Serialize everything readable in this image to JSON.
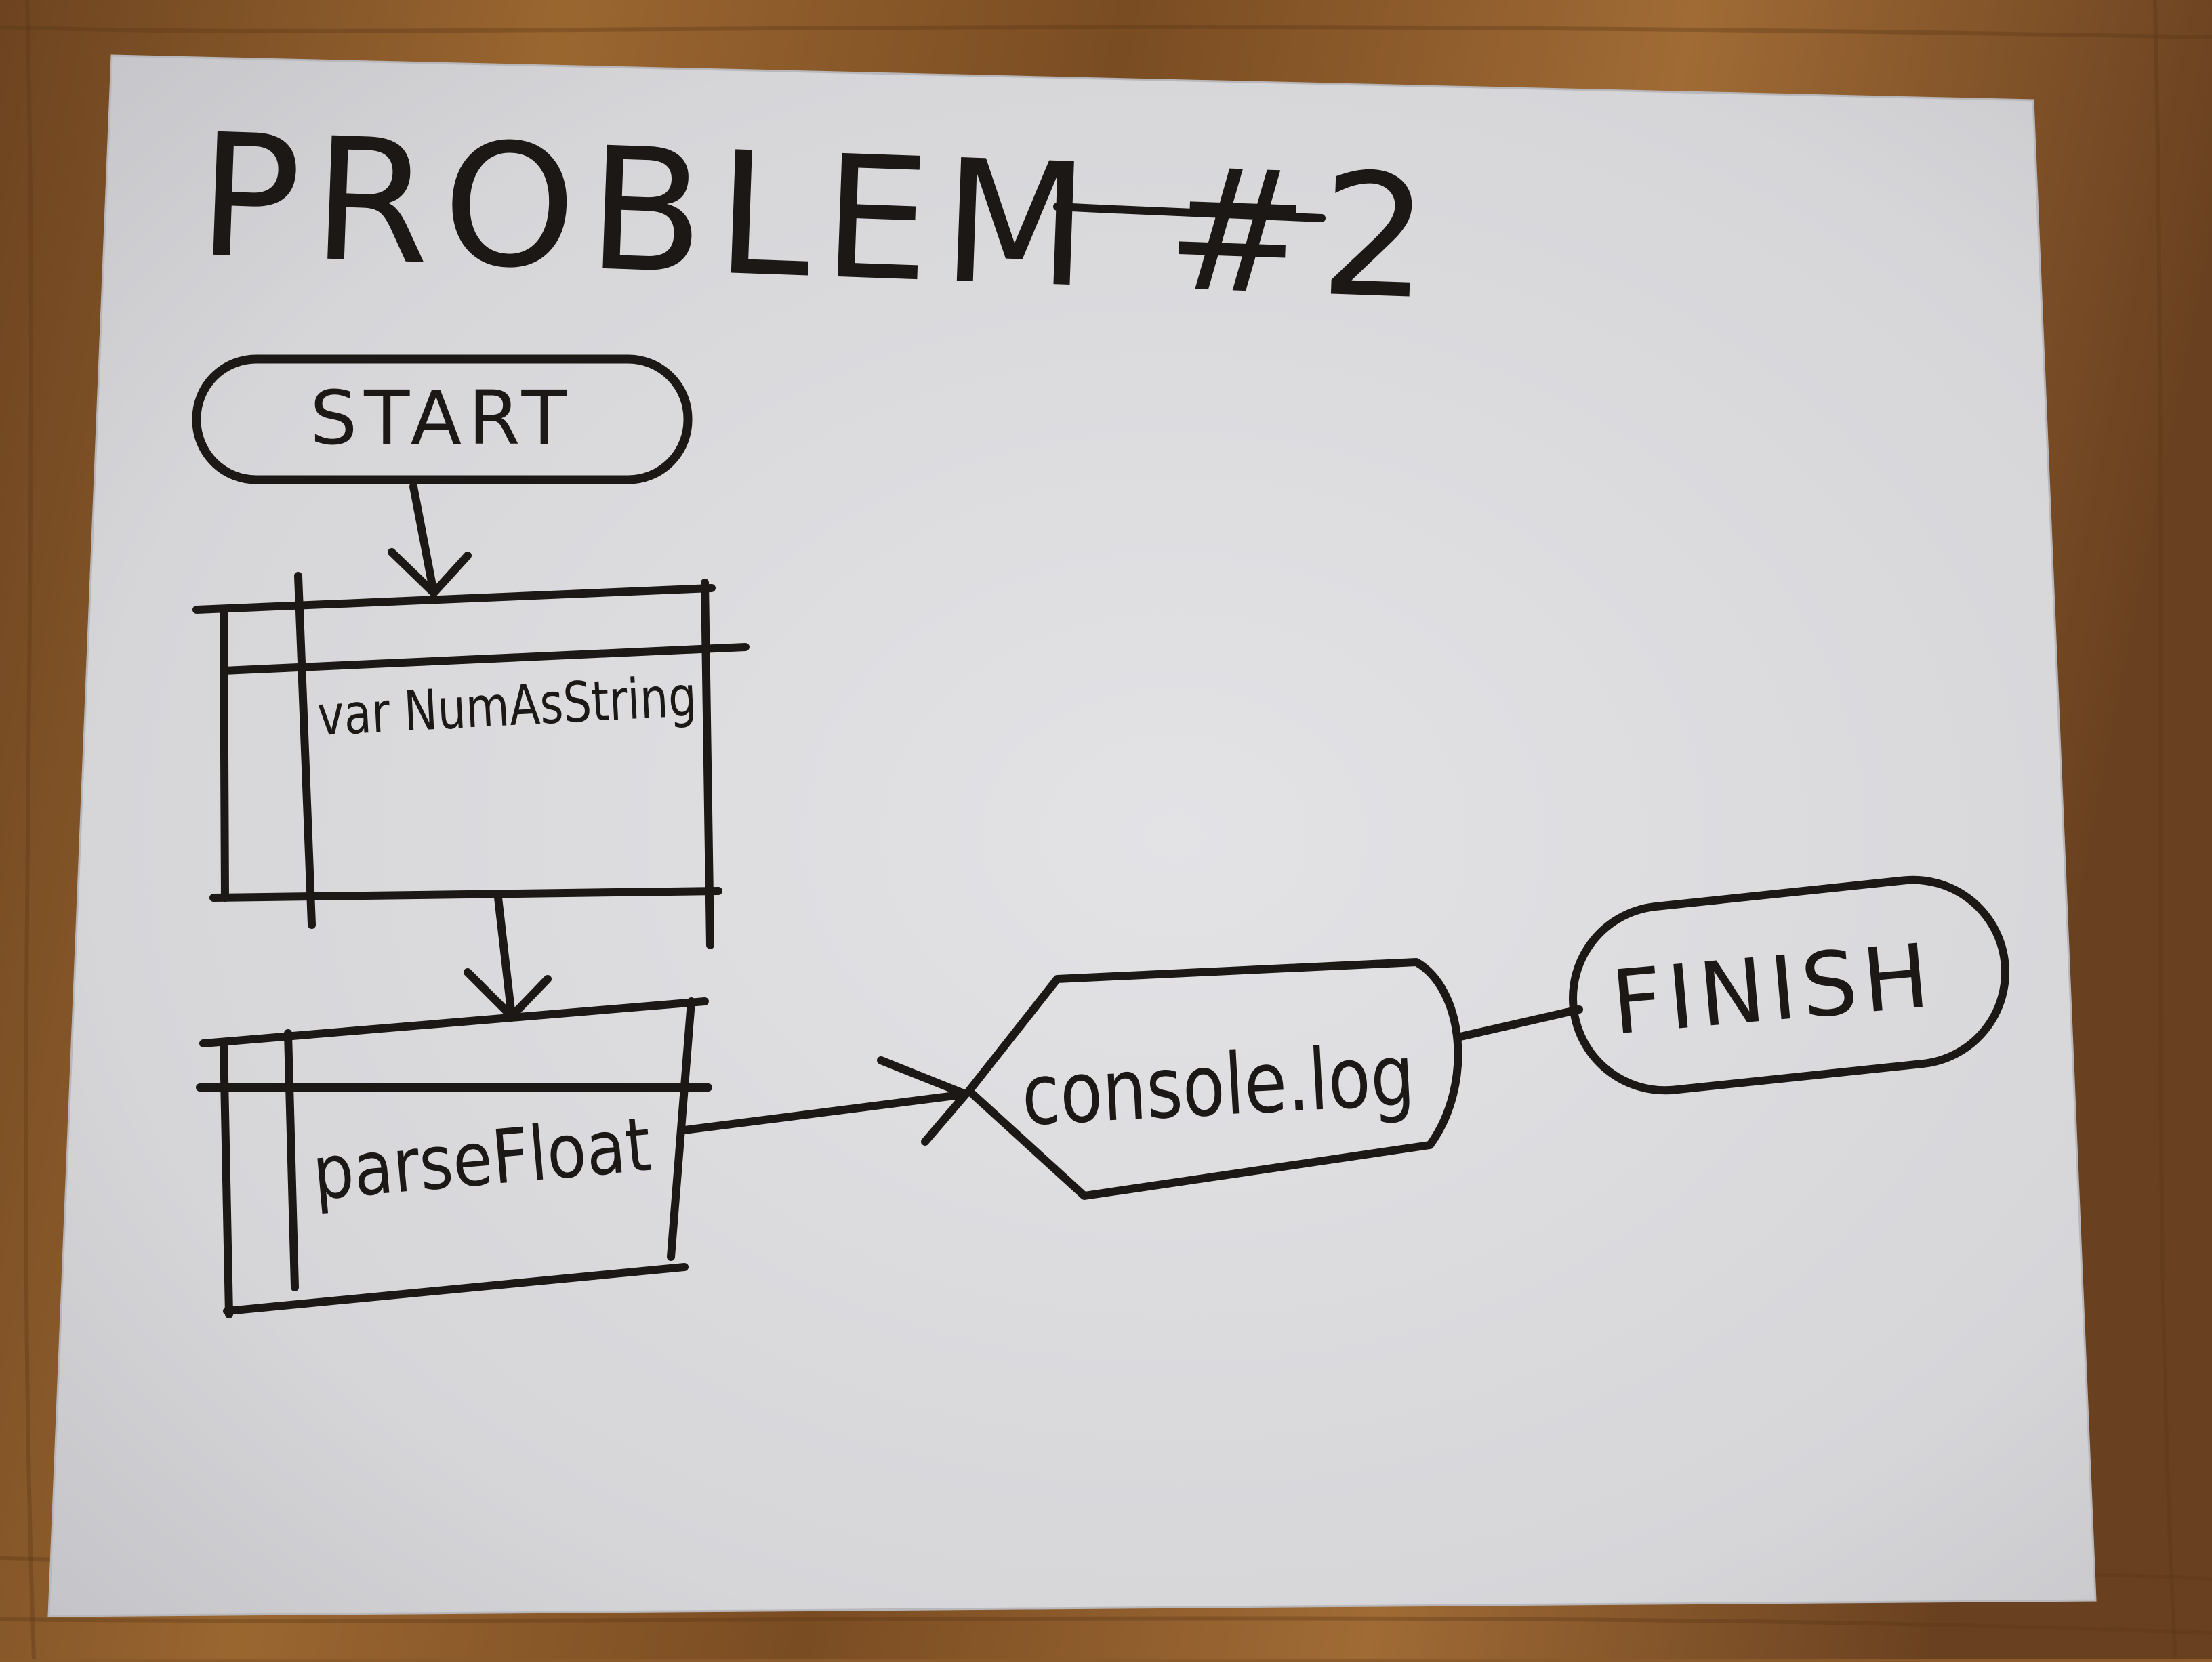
{
  "title": "PROBLEM #2",
  "nodes": {
    "start": {
      "label": "START"
    },
    "declare": {
      "label": "var NumAsString"
    },
    "parse": {
      "label": "parseFloat"
    },
    "output": {
      "label": "console.log"
    },
    "finish": {
      "label": "FINISH"
    }
  },
  "colors": {
    "ink": "#1c1815",
    "paper": "#d9d9dc",
    "table": "#8a5a2b"
  }
}
